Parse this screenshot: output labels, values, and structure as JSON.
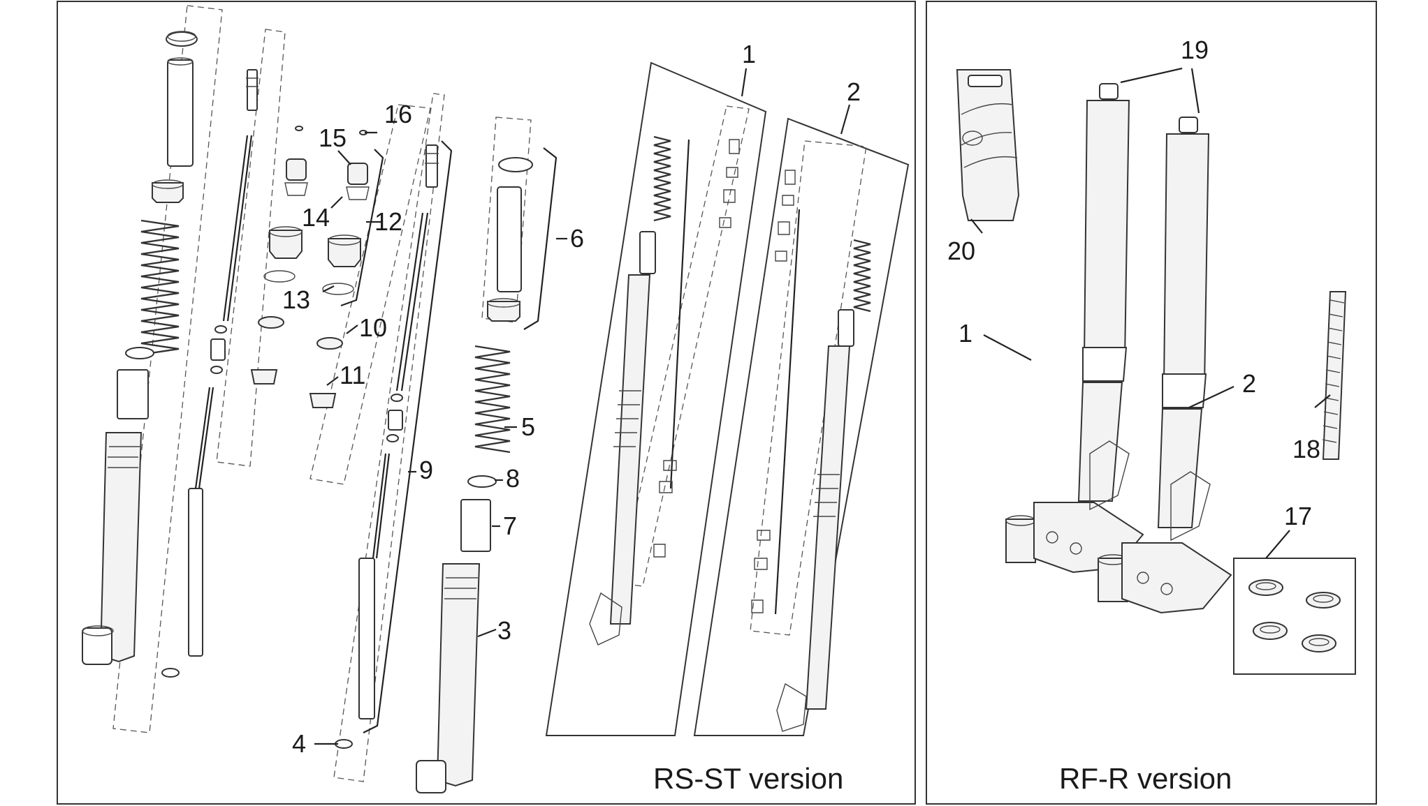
{
  "panels": {
    "rs_st": {
      "version_label": "RS-ST version"
    },
    "rf_r": {
      "version_label": "RF-R version"
    }
  },
  "callouts": {
    "rs_st": [
      "1",
      "2",
      "3",
      "4",
      "5",
      "6",
      "7",
      "8",
      "9",
      "10",
      "11",
      "12",
      "13",
      "14",
      "15",
      "16"
    ],
    "rf_r": [
      "1",
      "2",
      "17",
      "18",
      "19",
      "20"
    ]
  },
  "colors": {
    "line": "#222222",
    "background": "#ffffff"
  }
}
